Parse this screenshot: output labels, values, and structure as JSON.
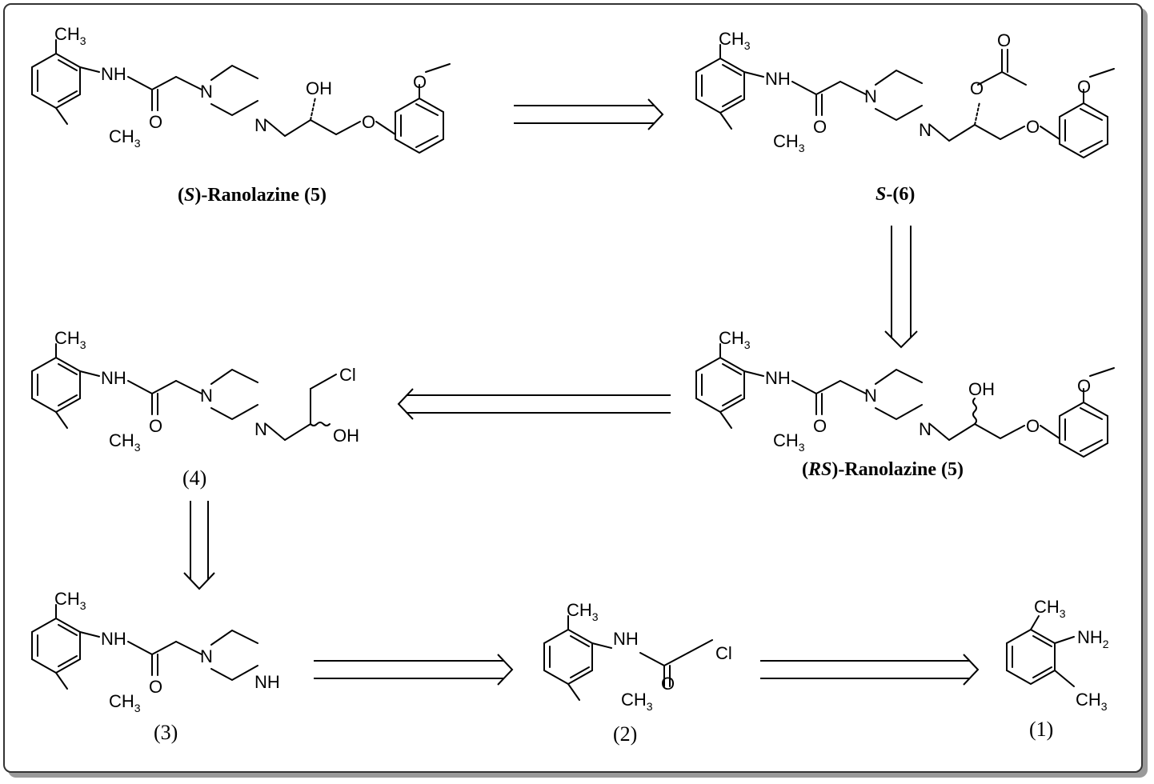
{
  "compounds": [
    {
      "id": "s_ranolazine",
      "label_prefix": "(",
      "label_italic": "S",
      "label_suffix": ")-Ranolazine (5)",
      "atoms": {
        "ch3_top": "CH",
        "ch3_bottom": "CH",
        "sub3": "3",
        "nh": "NH",
        "o_carbonyl": "O",
        "n1": "N",
        "n2": "N",
        "oh": "OH",
        "o_ether": "O",
        "o_methoxy": "O"
      }
    },
    {
      "id": "s6",
      "label_italic": "S",
      "label_suffix": "-(6)",
      "atoms": {
        "ch3_top": "CH",
        "ch3_bottom": "CH",
        "sub3": "3",
        "nh": "NH",
        "o_carbonyl": "O",
        "n1": "N",
        "n2": "N",
        "o_ester": "O",
        "o_acetyl": "O",
        "o_ether": "O",
        "o_methoxy": "O"
      }
    },
    {
      "id": "rs_ranolazine",
      "label_prefix": "(",
      "label_italic": "RS",
      "label_suffix": ")-Ranolazine (5)",
      "atoms": {
        "ch3_top": "CH",
        "ch3_bottom": "CH",
        "sub3": "3",
        "nh": "NH",
        "o_carbonyl": "O",
        "n1": "N",
        "n2": "N",
        "oh": "OH",
        "o_ether": "O",
        "o_methoxy": "O"
      }
    },
    {
      "id": "c4",
      "label": "(4)",
      "atoms": {
        "ch3_top": "CH",
        "ch3_bottom": "CH",
        "sub3": "3",
        "nh": "NH",
        "o_carbonyl": "O",
        "n1": "N",
        "n2": "N",
        "cl": "Cl",
        "oh": "OH"
      }
    },
    {
      "id": "c3",
      "label": "(3)",
      "atoms": {
        "ch3_top": "CH",
        "ch3_bottom": "CH",
        "sub3": "3",
        "nh": "NH",
        "o_carbonyl": "O",
        "n1": "N",
        "nh_ring": "NH"
      }
    },
    {
      "id": "c2",
      "label": "(2)",
      "atoms": {
        "ch3_top": "CH",
        "ch3_bottom": "CH",
        "sub3": "3",
        "nh": "NH",
        "o_carbonyl": "O",
        "cl": "Cl"
      }
    },
    {
      "id": "c1",
      "label": "(1)",
      "atoms": {
        "ch3_top": "CH",
        "ch3_bottom": "CH",
        "sub3": "3",
        "nh2": "NH",
        "sub2": "2"
      }
    }
  ],
  "arrows": [
    {
      "id": "retro-arrow-5-to-6",
      "direction": "right"
    },
    {
      "id": "retro-arrow-6-to-rs5",
      "direction": "down"
    },
    {
      "id": "retro-arrow-rs5-to-4",
      "direction": "left"
    },
    {
      "id": "retro-arrow-4-to-3",
      "direction": "down"
    },
    {
      "id": "retro-arrow-3-to-2",
      "direction": "right"
    },
    {
      "id": "retro-arrow-2-to-1",
      "direction": "right"
    }
  ]
}
